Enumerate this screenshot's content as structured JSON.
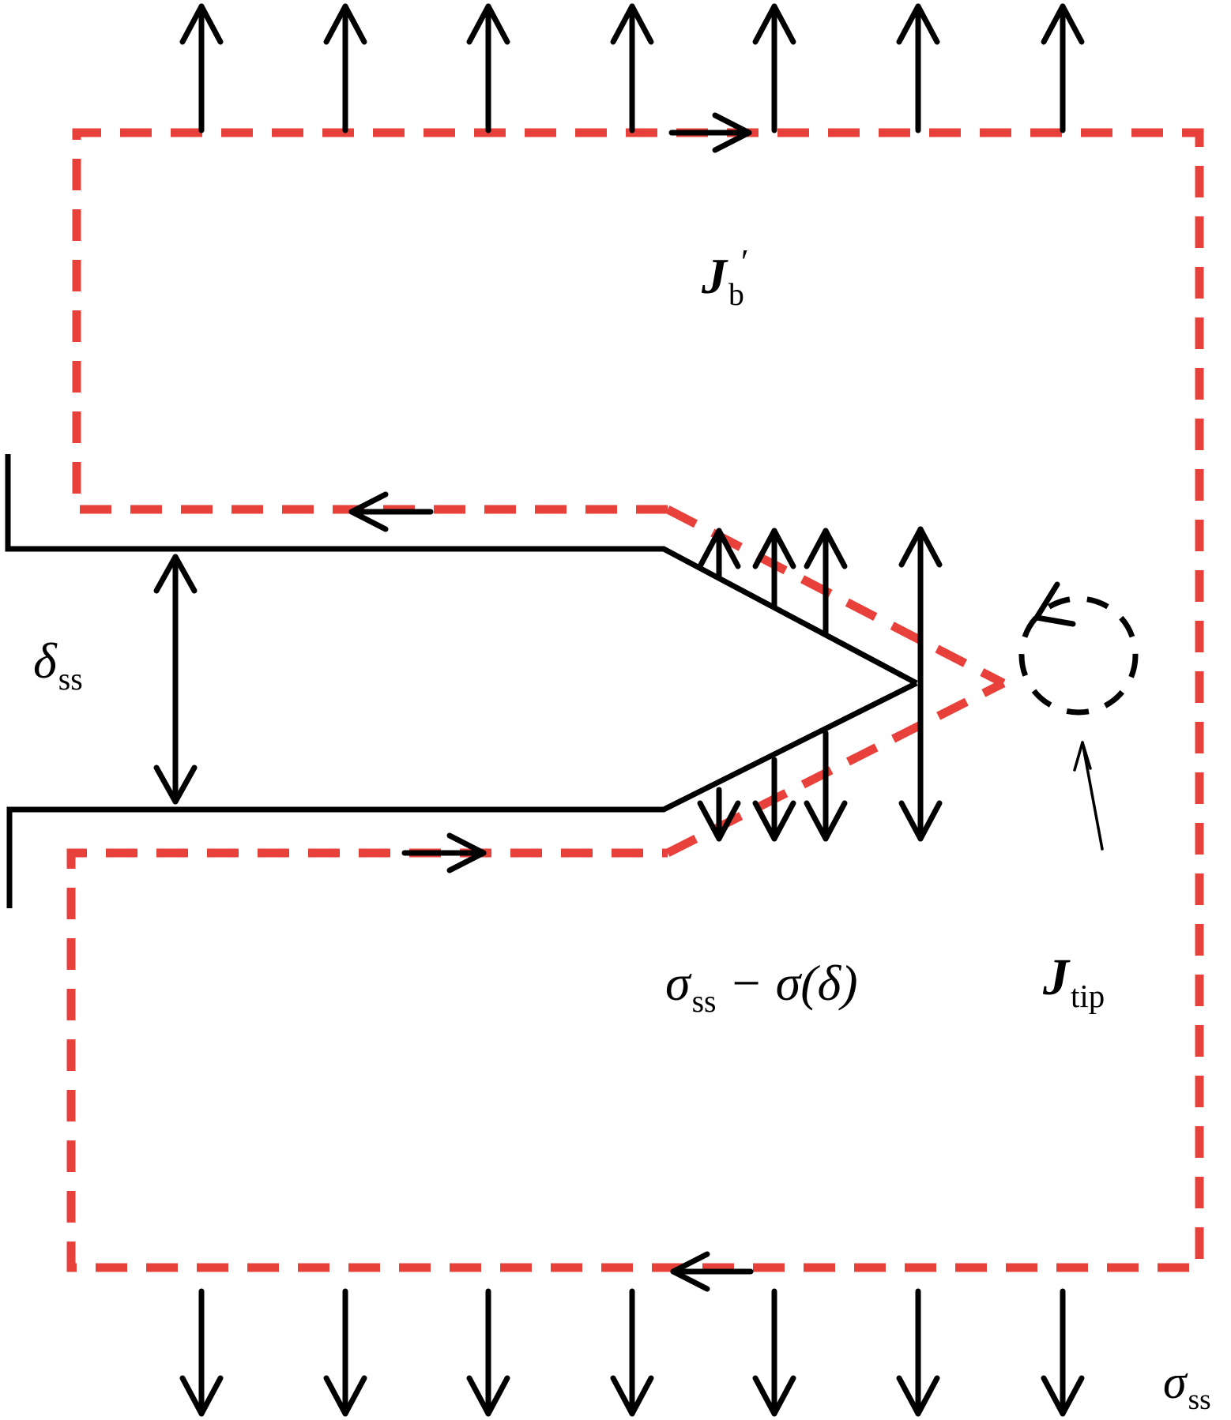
{
  "colors": {
    "contour": "#E8403A",
    "ink": "#000000",
    "background": "#FFFFFF"
  },
  "labels": {
    "j_b_prime": {
      "main": "J",
      "sub": "b",
      "mark": "′"
    },
    "delta_ss": {
      "main": "δ",
      "sub": "ss"
    },
    "bridging": {
      "s1": "σ",
      "sub1": "ss",
      "rest": " − σ(δ)"
    },
    "j_tip": {
      "main": "J",
      "sub": "tip"
    },
    "sigma_ss": {
      "main": "σ",
      "sub": "ss"
    }
  }
}
